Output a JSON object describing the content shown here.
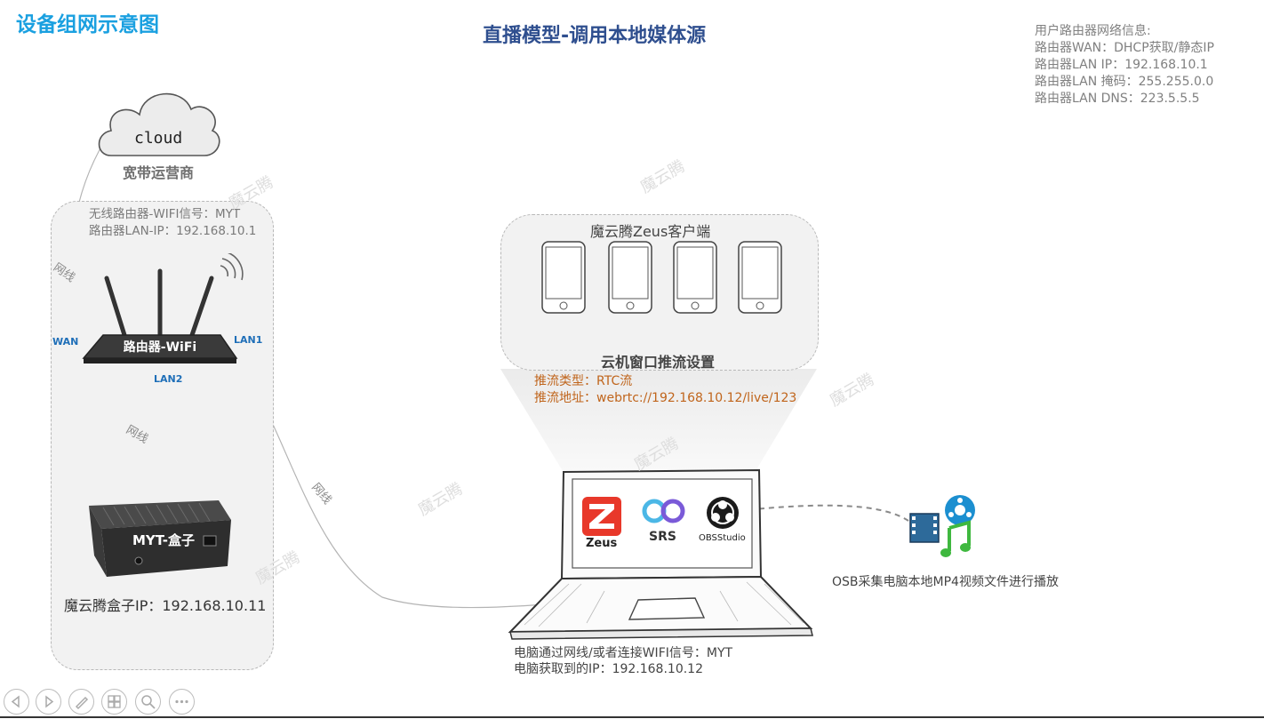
{
  "page_title": "设备组网示意图",
  "main_title": "直播模型-调用本地媒体源",
  "router_info": {
    "heading": "用户路由器网络信息:",
    "lines": [
      "路由器WAN：DHCP获取/静态IP",
      "路由器LAN IP：192.168.10.1",
      "路由器LAN 掩码：255.255.0.0",
      "路由器LAN DNS：223.5.5.5"
    ]
  },
  "cloud": {
    "text": "cloud",
    "label": "宽带运营商"
  },
  "wifi_router": {
    "ssid_line": "无线路由器-WIFI信号：MYT",
    "lan_ip_line": "路由器LAN-IP：192.168.10.1",
    "label": "路由器-WiFi",
    "ports": {
      "wan": "WAN",
      "lan1": "LAN1",
      "lan2": "LAN2"
    }
  },
  "cable_label": "网线",
  "myt_box": {
    "label": "MYT-盒子",
    "ip_line": "魔云腾盒子IP：192.168.10.11"
  },
  "client_panel": {
    "title": "魔云腾Zeus客户端",
    "phone_count": 4,
    "setting_title": "云机窗口推流设置"
  },
  "push_settings": {
    "type_line": "推流类型：RTC流",
    "url_line": "推流地址：webrtc://192.168.10.12/live/123"
  },
  "laptop": {
    "apps": [
      {
        "name": "Zeus",
        "icon": "zeus-app-icon"
      },
      {
        "name": "SRS",
        "icon": "srs-app-icon"
      },
      {
        "name": "OBSStudio",
        "icon": "obs-app-icon"
      }
    ],
    "info_lines": [
      "电脑通过网线/或者连接WIFI信号：MYT",
      "电脑获取到的IP：192.168.10.12"
    ]
  },
  "media_caption": "OSB采集电脑本地MP4视频文件进行播放",
  "watermark": "魔云腾",
  "nav_buttons": [
    "prev-icon",
    "next-icon",
    "pen-icon",
    "slides-icon",
    "zoom-icon",
    "more-icon"
  ],
  "colors": {
    "page_title": "#1aa0e0",
    "main_title": "#2f4f8f",
    "push_settings": "#c0651c",
    "port_labels": "#1f6fb8",
    "zeus_brand": "#e8382a",
    "srs_brand": "#5f6fe0"
  }
}
